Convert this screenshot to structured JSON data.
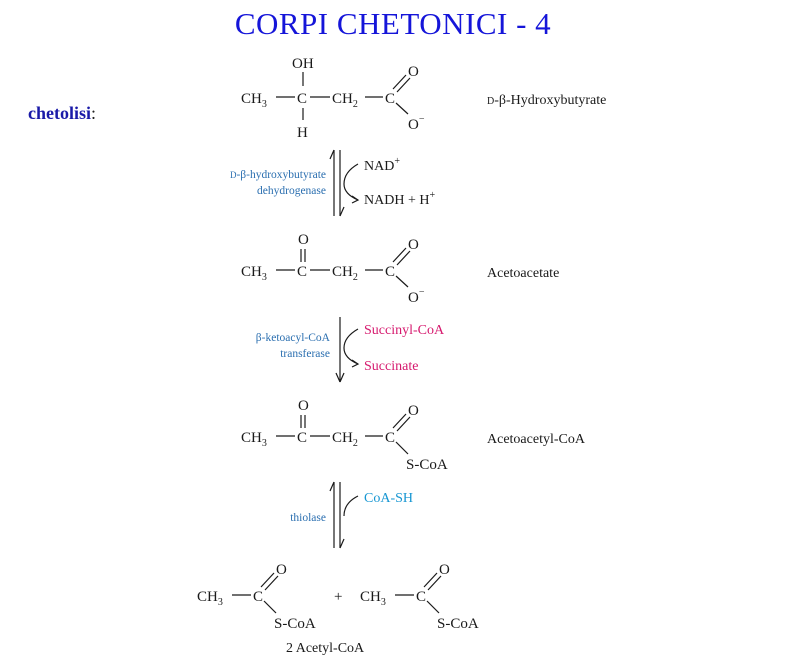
{
  "title": "CORPI CHETONICI - 4",
  "section_label": "chetolisi",
  "section_colon": ":",
  "colors": {
    "title": "#1515d9",
    "section_label": "#1a1aa8",
    "enzyme": "#2b6fb0",
    "pink_reagent": "#d6196e",
    "cyan_reagent": "#1696d2",
    "black": "#1a1a1a"
  },
  "atoms": {
    "oh": "OH",
    "h": "H",
    "o": "O",
    "o_minus": "O",
    "minus": "−",
    "c": "C",
    "ch3": "CH",
    "ch2": "CH",
    "sub3": "3",
    "sub2": "2",
    "scoa": "S-CoA",
    "plus": "+"
  },
  "compounds": [
    {
      "name_prefix": "D",
      "name_rest": "-β-Hydroxybutyrate"
    },
    {
      "name": "Acetoacetate"
    },
    {
      "name": "Acetoacetyl-CoA"
    },
    {
      "name": "2 Acetyl-CoA"
    }
  ],
  "steps": [
    {
      "enzyme_line1_prefix": "D",
      "enzyme_line1_rest": "-β-hydroxybutyrate",
      "enzyme_line2": "dehydrogenase",
      "input": "NAD",
      "input_sup": "+",
      "output": "NADH + H",
      "output_sup": "+",
      "reversible": true
    },
    {
      "enzyme_line1": "β-ketoacyl-CoA",
      "enzyme_line2": "transferase",
      "input": "Succinyl-CoA",
      "output": "Succinate",
      "reversible": false
    },
    {
      "enzyme_line1": "thiolase",
      "input": "CoA-SH",
      "reversible": true
    }
  ]
}
